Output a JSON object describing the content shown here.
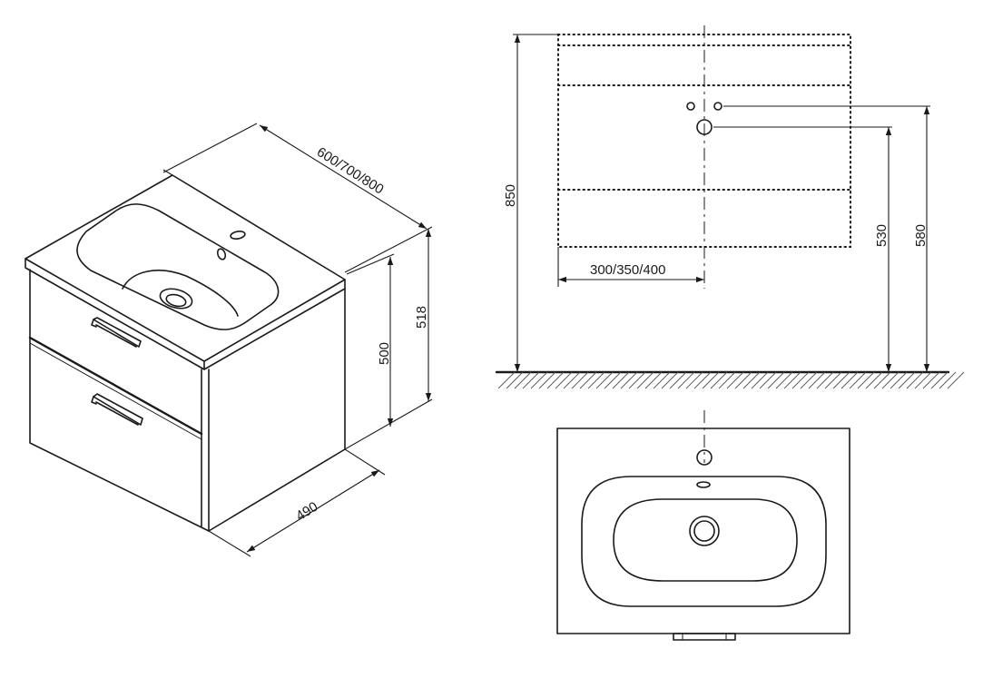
{
  "dimensions": {
    "width_variants": "600/700/800",
    "depth": "490",
    "cabinet_height": "500",
    "total_height": "518",
    "floor_height": "850",
    "drain_height": "530",
    "tap_height": "580",
    "drain_offset": "300/350/400"
  },
  "colors": {
    "line": "#1a1a1a",
    "background": "#ffffff"
  }
}
